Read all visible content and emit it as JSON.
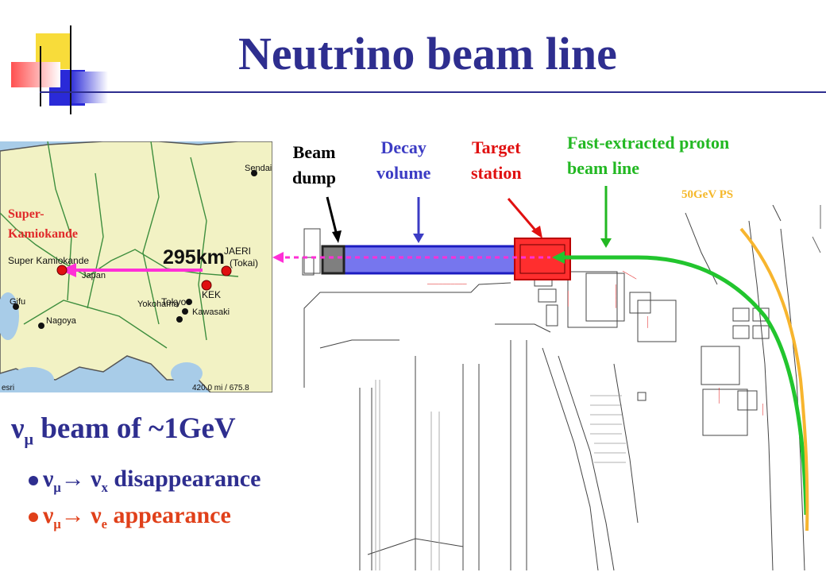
{
  "title": "Neutrino beam line",
  "labels": {
    "beam_dump": [
      "Beam",
      "dump"
    ],
    "decay_volume": [
      "Decay",
      "volume"
    ],
    "target_station": [
      "Target",
      "station"
    ],
    "fast_extracted": [
      "Fast-extracted proton",
      "beam line"
    ],
    "ps": "50GeV PS",
    "super_k": [
      "Super-",
      "Kamiokande"
    ]
  },
  "map": {
    "distance": "295km",
    "places": {
      "super_kamiokande": "Super Kamiokande",
      "jaeri": "JAERI",
      "tokai": "(Tokai)",
      "japan": "Japan",
      "kek": "KEK",
      "tokyo": "Tokyo",
      "kawasaki": "Kawasaki",
      "yokohama": "Yokohama",
      "nagoya": "Nagoya",
      "gifu": "Gifu",
      "sendai": "Sendai"
    },
    "scale": "420.0 mi / 675.8",
    "credit": "esri"
  },
  "beam": {
    "symbol": "ν",
    "flavor_mu": "μ",
    "text": " beam of ~1GeV"
  },
  "bullets": [
    {
      "from_nu": "ν",
      "from_sub": "μ",
      "arrow": "→ ",
      "to_nu": "ν",
      "to_sub": "x",
      "text": " disappearance"
    },
    {
      "from_nu": "ν",
      "from_sub": "μ",
      "arrow": "→ ",
      "to_nu": "ν",
      "to_sub": "e",
      "text": " appearance"
    }
  ],
  "colors": {
    "title": "#2e2e8f",
    "target": "#e01010",
    "fast_line": "#22b822",
    "ps": "#f5b82a",
    "decay": "#3c3cc4",
    "super_k": "#e02a2a",
    "appearance": "#e0401a"
  }
}
